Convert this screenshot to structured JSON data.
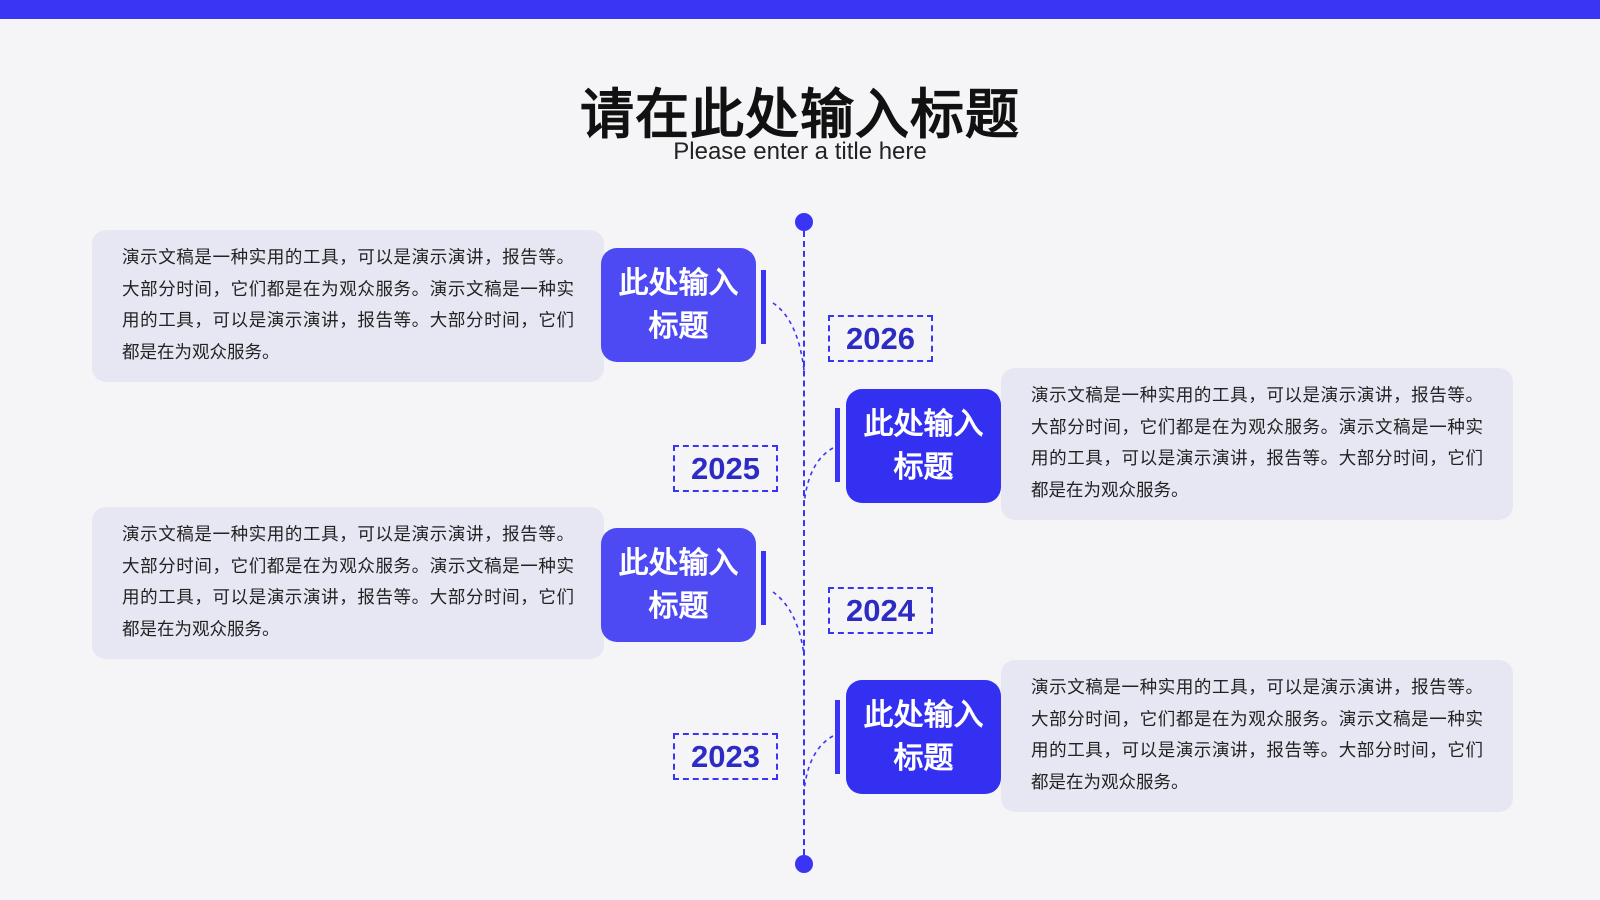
{
  "header": {
    "title_cn": "请在此处输入标题",
    "title_en": "Please enter a title here"
  },
  "timeline": [
    {
      "year": "2026",
      "label": "此处输入标题",
      "body": "演示文稿是一种实用的工具，可以是演示演讲，报告等。大部分时间，它们都是在为观众服务。演示文稿是一种实用的工具，可以是演示演讲，报告等。大部分时间，它们都是在为观众服务。"
    },
    {
      "year": "2025",
      "label": "此处输入标题",
      "body": "演示文稿是一种实用的工具，可以是演示演讲，报告等。大部分时间，它们都是在为观众服务。演示文稿是一种实用的工具，可以是演示演讲，报告等。大部分时间，它们都是在为观众服务。"
    },
    {
      "year": "2024",
      "label": "此处输入标题",
      "body": "演示文稿是一种实用的工具，可以是演示演讲，报告等。大部分时间，它们都是在为观众服务。演示文稿是一种实用的工具，可以是演示演讲，报告等。大部分时间，它们都是在为观众服务。"
    },
    {
      "year": "2023",
      "label": "此处输入标题",
      "body": "演示文稿是一种实用的工具，可以是演示演讲，报告等。大部分时间，它们都是在为观众服务。演示文稿是一种实用的工具，可以是演示演讲，报告等。大部分时间，它们都是在为观众服务。"
    }
  ],
  "colors": {
    "accent": "#3a34f5",
    "card_bg": "#e7e7f3",
    "page_bg": "#f5f5f7"
  }
}
